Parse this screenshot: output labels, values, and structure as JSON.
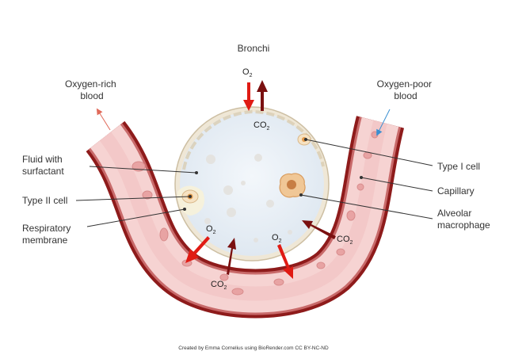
{
  "diagram": {
    "top_label": "Bronchi",
    "left_top_label": [
      "Oxygen-rich",
      "blood"
    ],
    "right_top_label": [
      "Oxygen-poor",
      "blood"
    ],
    "fluid_label": [
      "Fluid with",
      "surfactant"
    ],
    "type2_label": "Type II cell",
    "membrane_label": [
      "Respiratory",
      "membrane"
    ],
    "type1_label": "Type I cell",
    "capillary_label": "Capillary",
    "macrophage_label": [
      "Alveolar",
      "macrophage"
    ],
    "o2": "O",
    "co2": "CO",
    "sub2": "2",
    "credit": "Created by Emma Cornelius using BioRender.com CC BY-NC-ND"
  },
  "colors": {
    "vessel_outer": "#8e1b1b",
    "vessel_fill": "#f6d3d2",
    "rbc": "#e8a3a3",
    "alveolus": "#e7eef5",
    "alveolus_wall": "#e8dcc4",
    "o2_arrow": "#e01b14",
    "co2_arrow": "#7a1010",
    "left_arrow": "#e06a5a",
    "right_arrow": "#3a8fd1"
  }
}
